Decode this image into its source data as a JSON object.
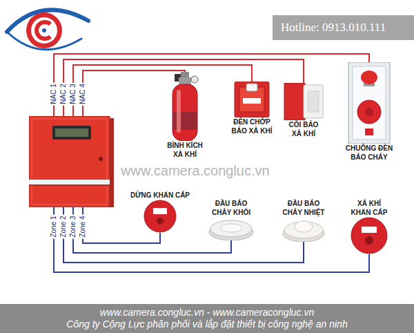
{
  "diagram": {
    "nodes": [
      {
        "text": [
          "Hotline: 0913.010.111"
        ]
      },
      {
        "text": []
      },
      {
        "text": [
          "BÌNH KÍCH XẢ KHÍ"
        ]
      },
      {
        "text": [
          "ĐÈN CHỚP BÁO XẢ KHÍ"
        ]
      },
      {
        "text": [
          "CÒI BÁO XẢ KHÍ"
        ]
      },
      {
        "text": [
          "CHUÔNG ĐÈN BÁO CHÁY"
        ]
      },
      {
        "text": [
          "DỪNG KHẨN CẤP"
        ]
      },
      {
        "text": [
          "ĐẦU BÁO CHÁY KHÓI"
        ]
      },
      {
        "text": [
          "ĐẦU BÁO CHÁY NHIỆT"
        ]
      },
      {
        "text": [
          "XẢ KHÍ KHẨN CẤP"
        ]
      },
      {
        "text": [
          "www.camera.congluc.vn - www.cameracongluc.vn",
          "Công ty Cộng Lực phân phối và lắp đặt thiết bị công nghệ an ninh"
        ]
      }
    ],
    "edges": [
      {
        "from": 1,
        "to": 5,
        "label": "NAC 1",
        "arrow": "none"
      },
      {
        "from": 1,
        "to": 4,
        "label": "NAC 2",
        "arrow": "none"
      },
      {
        "from": 1,
        "to": 3,
        "label": "NAC 3",
        "arrow": "none"
      },
      {
        "from": 1,
        "to": 2,
        "label": "NAC 4",
        "arrow": "none"
      },
      {
        "from": 1,
        "to": 9,
        "label": "Zone 1",
        "arrow": "none"
      },
      {
        "from": 1,
        "to": 8,
        "label": "Zone 2",
        "arrow": "none"
      },
      {
        "from": 1,
        "to": 7,
        "label": "Zone 3",
        "arrow": "none"
      },
      {
        "from": 1,
        "to": 6,
        "label": "Zone 4",
        "arrow": "none"
      }
    ],
    "labels": [
      "www.camera.congluc.vn"
    ]
  }
}
